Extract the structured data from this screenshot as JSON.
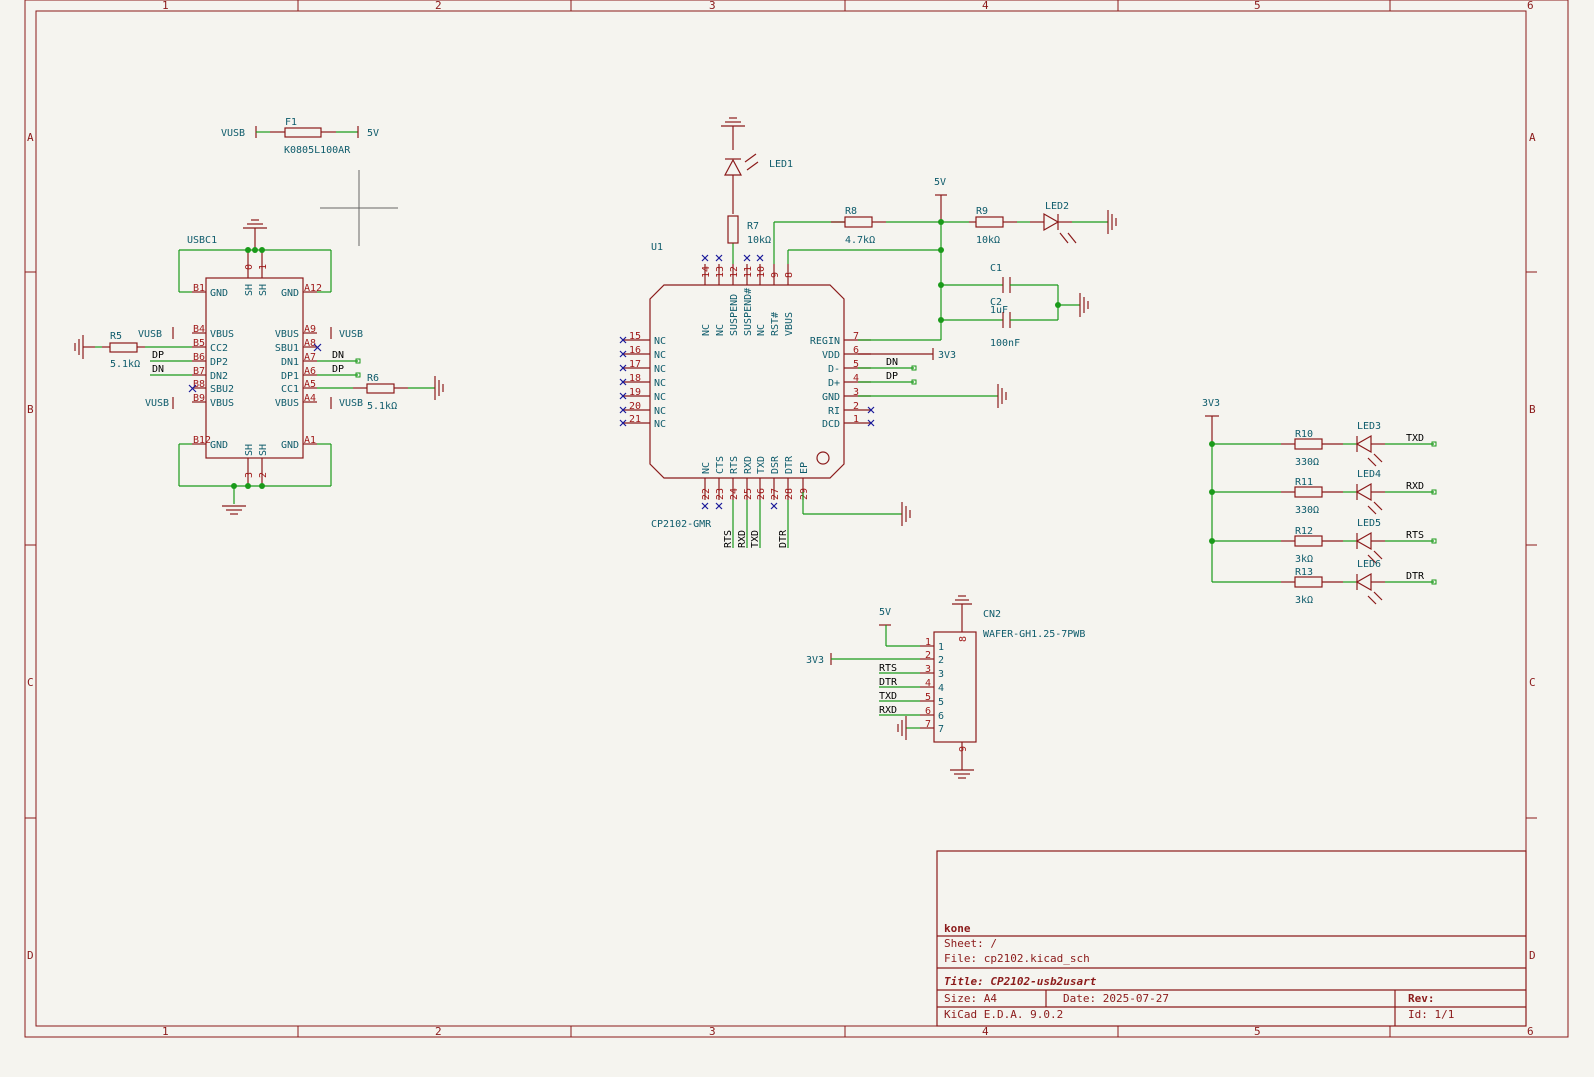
{
  "sheet": {
    "column_markers": [
      "1",
      "2",
      "3",
      "4",
      "5",
      "6"
    ],
    "row_markers": [
      "A",
      "B",
      "C",
      "D"
    ]
  },
  "title_block": {
    "company": "kone",
    "sheet": "Sheet: /",
    "file": "File: cp2102.kicad_sch",
    "title": "Title: CP2102-usb2usart",
    "size": "Size: A4",
    "date": "Date: 2025-07-27",
    "rev": "Rev:",
    "tool": "KiCad E.D.A. 9.0.2",
    "id": "Id: 1/1"
  },
  "fuse": {
    "ref": "F1",
    "value": "K0805L100AR",
    "net_left": "VUSB",
    "net_right": "5V"
  },
  "usb": {
    "ref": "USBC1",
    "left_pins": [
      {
        "num": "B1",
        "name": "GND"
      },
      {
        "num": "B4",
        "name": "VBUS"
      },
      {
        "num": "B5",
        "name": "CC2"
      },
      {
        "num": "B6",
        "name": "DP2"
      },
      {
        "num": "B7",
        "name": "DN2"
      },
      {
        "num": "B8",
        "name": "SBU2"
      },
      {
        "num": "B9",
        "name": "VBUS"
      },
      {
        "num": "B12",
        "name": "GND"
      }
    ],
    "right_pins": [
      {
        "num": "A12",
        "name": "GND"
      },
      {
        "num": "A9",
        "name": "VBUS"
      },
      {
        "num": "A8",
        "name": "SBU1"
      },
      {
        "num": "A7",
        "name": "DN1"
      },
      {
        "num": "A6",
        "name": "DP1"
      },
      {
        "num": "A5",
        "name": "CC1"
      },
      {
        "num": "A4",
        "name": "VBUS"
      },
      {
        "num": "A1",
        "name": "GND"
      }
    ],
    "top_pins": [
      {
        "num": "0",
        "name": "SH"
      },
      {
        "num": "1",
        "name": "SH"
      }
    ],
    "bottom_pins": [
      {
        "num": "3",
        "name": "SH"
      },
      {
        "num": "2",
        "name": "SH"
      }
    ],
    "labels": {
      "vusb": "VUSB",
      "dp": "DP",
      "dn": "DN"
    }
  },
  "r5": {
    "ref": "R5",
    "value": "5.1kΩ"
  },
  "r6": {
    "ref": "R6",
    "value": "5.1kΩ"
  },
  "u1": {
    "ref": "U1",
    "value": "CP2102-GMR",
    "top_pins": [
      {
        "num": "14",
        "name": "NC"
      },
      {
        "num": "13",
        "name": "NC"
      },
      {
        "num": "12",
        "name": "SUSPEND"
      },
      {
        "num": "11",
        "name": "SUSPEND#"
      },
      {
        "num": "10",
        "name": "NC"
      },
      {
        "num": "9",
        "name": "RST#"
      },
      {
        "num": "8",
        "name": "VBUS"
      }
    ],
    "left_pins": [
      {
        "num": "15",
        "name": "NC"
      },
      {
        "num": "16",
        "name": "NC"
      },
      {
        "num": "17",
        "name": "NC"
      },
      {
        "num": "18",
        "name": "NC"
      },
      {
        "num": "19",
        "name": "NC"
      },
      {
        "num": "20",
        "name": "NC"
      },
      {
        "num": "21",
        "name": "NC"
      }
    ],
    "right_pins": [
      {
        "num": "7",
        "name": "REGIN"
      },
      {
        "num": "6",
        "name": "VDD"
      },
      {
        "num": "5",
        "name": "D-"
      },
      {
        "num": "4",
        "name": "D+"
      },
      {
        "num": "3",
        "name": "GND"
      },
      {
        "num": "2",
        "name": "RI"
      },
      {
        "num": "1",
        "name": "DCD"
      }
    ],
    "bottom_pins": [
      {
        "num": "22",
        "name": "NC"
      },
      {
        "num": "23",
        "name": "CTS"
      },
      {
        "num": "24",
        "name": "RTS"
      },
      {
        "num": "25",
        "name": "RXD"
      },
      {
        "num": "26",
        "name": "TXD"
      },
      {
        "num": "27",
        "name": "DSR"
      },
      {
        "num": "28",
        "name": "DTR"
      },
      {
        "num": "29",
        "name": "EP"
      }
    ],
    "bottom_labels": [
      "RTS",
      "RXD",
      "TXD",
      "DTR"
    ],
    "right_labels": {
      "vdd": "3V3",
      "dn": "DN",
      "dp": "DP"
    }
  },
  "led1": {
    "ref": "LED1"
  },
  "r7": {
    "ref": "R7",
    "value": "10kΩ"
  },
  "r8": {
    "ref": "R8",
    "value": "4.7kΩ"
  },
  "r9": {
    "ref": "R9",
    "value": "10kΩ"
  },
  "led2": {
    "ref": "LED2"
  },
  "c1": {
    "ref": "C1",
    "value": "1uF"
  },
  "c2": {
    "ref": "C2",
    "value": "100nF"
  },
  "pwr_5v": "5V",
  "status_leds": {
    "rail": "3V3",
    "rows": [
      {
        "r_ref": "R10",
        "r_val": "330Ω",
        "led": "LED3",
        "net": "TXD"
      },
      {
        "r_ref": "R11",
        "r_val": "330Ω",
        "led": "LED4",
        "net": "RXD"
      },
      {
        "r_ref": "R12",
        "r_val": "3kΩ",
        "led": "LED5",
        "net": "RTS"
      },
      {
        "r_ref": "R13",
        "r_val": "3kΩ",
        "led": "LED6",
        "net": "DTR"
      }
    ]
  },
  "cn2": {
    "ref": "CN2",
    "value": "WAFER-GH1.25-7PWB",
    "pwr_5v": "5V",
    "pwr_3v3": "3V3",
    "pins": [
      "1",
      "2",
      "3",
      "4",
      "5",
      "6",
      "7"
    ],
    "pin_names": [
      "1",
      "2",
      "3",
      "4",
      "5",
      "6",
      "7"
    ],
    "labels": [
      "RTS",
      "DTR",
      "TXD",
      "RXD"
    ],
    "shield_top": "8",
    "shield_bottom": "9"
  }
}
